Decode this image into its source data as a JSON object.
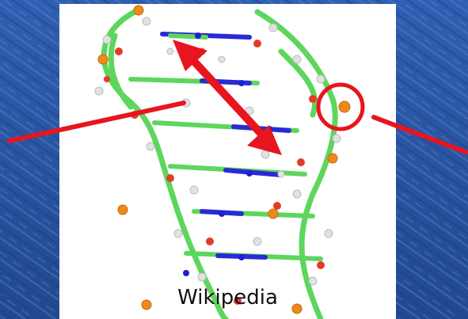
{
  "slide": {
    "background_color": "#2a56a6",
    "accent_color": "#e8141e"
  },
  "image": {
    "subject": "dna-double-helix-stick-model",
    "atom_colors": {
      "carbon": "#5ed65e",
      "nitrogen": "#2020d0",
      "oxygen": "#e23b2a",
      "phosphorus": "#ee8a1a",
      "hydrogen": "#e0e0e0"
    },
    "caption": "Wikipedia"
  },
  "annotations": {
    "callout_lines": [
      "left-callout-line",
      "right-callout-line"
    ],
    "double_arrow": "base-pair-spacing-arrow",
    "circle": "phosphate-group-circle"
  }
}
